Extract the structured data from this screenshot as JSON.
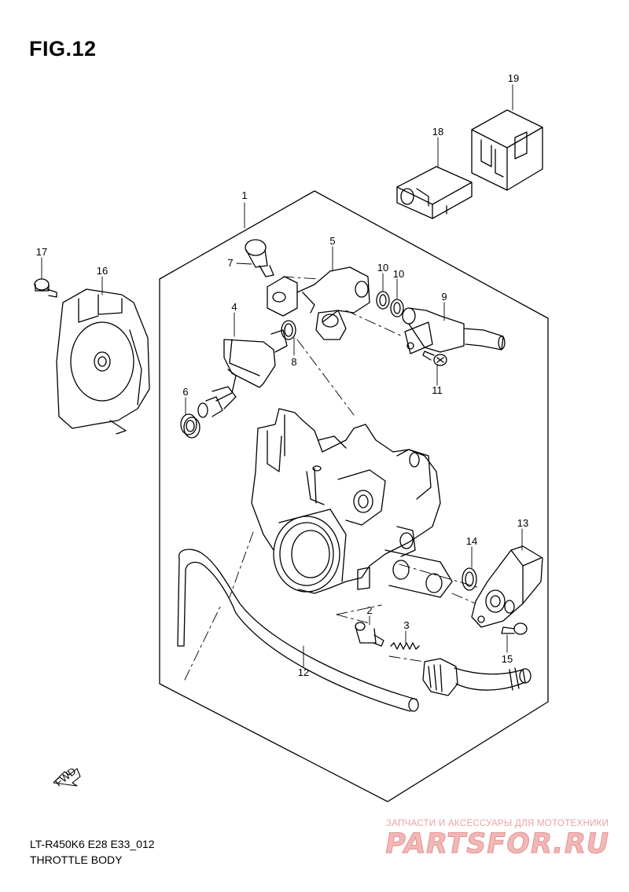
{
  "figure": {
    "title": "FIG.12",
    "model_code": "LT-R450K6 E28 E33_012",
    "section_title": "THROTTLE BODY"
  },
  "part_labels": [
    {
      "id": "1",
      "text": "1"
    },
    {
      "id": "2",
      "text": "2"
    },
    {
      "id": "3",
      "text": "3"
    },
    {
      "id": "4",
      "text": "4"
    },
    {
      "id": "5",
      "text": "5"
    },
    {
      "id": "6",
      "text": "6"
    },
    {
      "id": "7",
      "text": "7"
    },
    {
      "id": "8",
      "text": "8"
    },
    {
      "id": "9",
      "text": "9"
    },
    {
      "id": "10a",
      "text": "10"
    },
    {
      "id": "10b",
      "text": "10"
    },
    {
      "id": "11",
      "text": "11"
    },
    {
      "id": "12",
      "text": "12"
    },
    {
      "id": "13",
      "text": "13"
    },
    {
      "id": "14",
      "text": "14"
    },
    {
      "id": "15",
      "text": "15"
    },
    {
      "id": "16",
      "text": "16"
    },
    {
      "id": "17",
      "text": "17"
    },
    {
      "id": "18",
      "text": "18"
    },
    {
      "id": "19",
      "text": "19"
    }
  ],
  "fwd_arrow": {
    "text": "FWD"
  },
  "watermark": {
    "tagline": "ЗАПЧАСТИ И АКСЕССУАРЫ ДЛЯ МОТОТЕХНИКИ",
    "logo": "PARTSFOR.RU",
    "color": "#f2b8b8"
  }
}
